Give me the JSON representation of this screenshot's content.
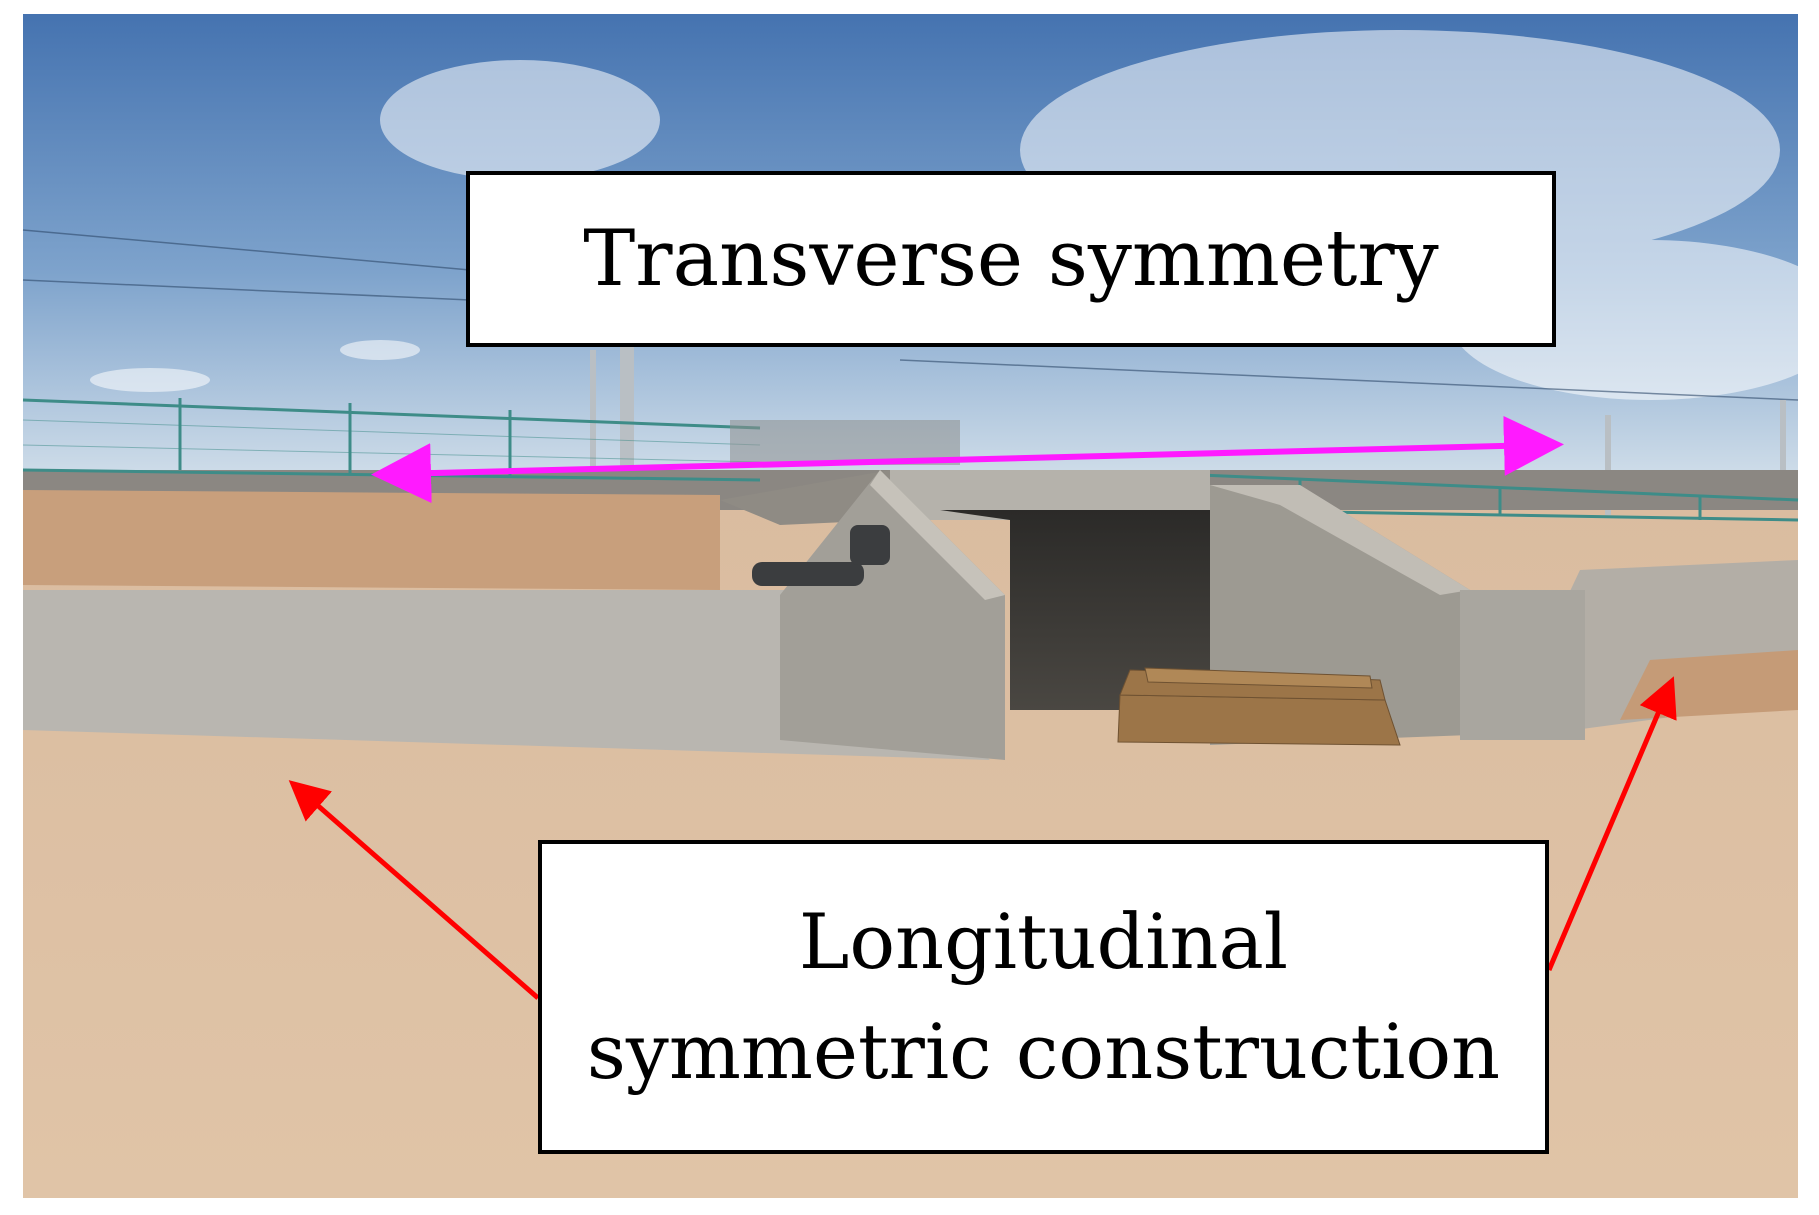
{
  "photo": {
    "subject": "box-culvert-construction-site",
    "colors": {
      "sky_top": "#4a79b5",
      "sky_bottom": "#c9d9e8",
      "soil": "#d8b99a",
      "gravel": "#b9b6b0",
      "concrete": "#a6a39c",
      "fence": "#3e8c88"
    }
  },
  "labels": {
    "transverse": "Transverse symmetry",
    "longitudinal_line1": "Longitudinal",
    "longitudinal_line2": "symmetric construction"
  },
  "annotations": {
    "double_arrow_color": "#ff1aff",
    "arrow_color": "#ff0000"
  }
}
